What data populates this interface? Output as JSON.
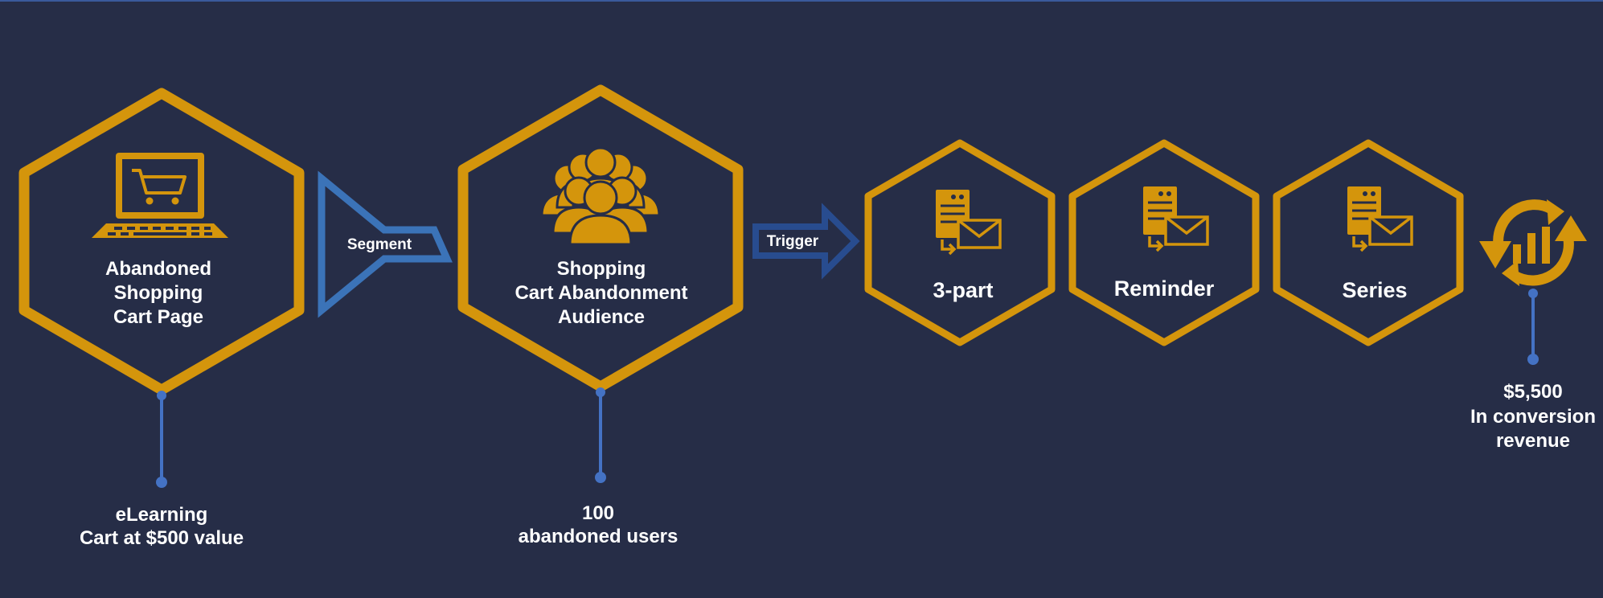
{
  "colors": {
    "background": "#262d47",
    "hexagon": "#d4950c",
    "segment_arrow": "#3b73b8",
    "trigger_arrow": "#284c8f",
    "connector": "#4472c4",
    "text": "#ffffff"
  },
  "nodes": {
    "cart_page": {
      "icon": "laptop-cart-icon",
      "label": [
        "Abandoned",
        "Shopping",
        "Cart Page"
      ],
      "note": [
        "eLearning",
        "Cart at $500 value"
      ]
    },
    "segment": {
      "label": "Segment"
    },
    "audience": {
      "icon": "audience-group-icon",
      "label": [
        "Shopping",
        "Cart Abandonment",
        "Audience"
      ],
      "note": [
        "100",
        "abandoned users"
      ]
    },
    "trigger": {
      "label": "Trigger"
    },
    "email_steps": [
      {
        "icon": "server-email-icon",
        "label": "3-part"
      },
      {
        "icon": "server-email-icon",
        "label": "Reminder"
      },
      {
        "icon": "server-email-icon",
        "label": "Series"
      }
    ],
    "revenue": {
      "icon": "cycle-chart-icon",
      "note": [
        "$5,500",
        "In conversion",
        "revenue"
      ]
    }
  }
}
